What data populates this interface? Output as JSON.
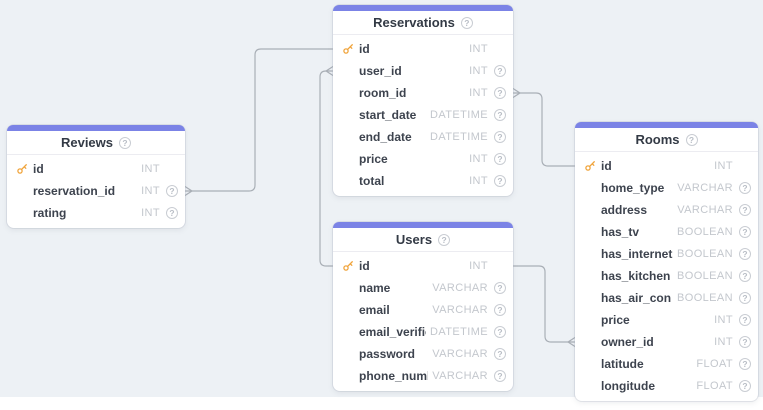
{
  "diagram": {
    "type": "entity-relationship"
  },
  "icons": {
    "primary_key": "key-icon",
    "comment": "question-circle-icon",
    "comment_glyph": "?"
  },
  "colors": {
    "header_accent": "#7b83e6",
    "canvas_background": "#edf1f5",
    "card_background": "#ffffff",
    "key_icon": "#f0a43c",
    "field_type_text": "#c3c7cd",
    "relationship_line": "#a9afb6"
  },
  "tables": [
    {
      "id": "reservations",
      "title": "Reservations",
      "fields": [
        {
          "name": "id",
          "type": "INT",
          "key": true,
          "comment_icon": false
        },
        {
          "name": "user_id",
          "type": "INT",
          "key": false,
          "comment_icon": true
        },
        {
          "name": "room_id",
          "type": "INT",
          "key": false,
          "comment_icon": true
        },
        {
          "name": "start_date",
          "type": "DATETIME",
          "key": false,
          "comment_icon": true
        },
        {
          "name": "end_date",
          "type": "DATETIME",
          "key": false,
          "comment_icon": true
        },
        {
          "name": "price",
          "type": "INT",
          "key": false,
          "comment_icon": true
        },
        {
          "name": "total",
          "type": "INT",
          "key": false,
          "comment_icon": true
        }
      ]
    },
    {
      "id": "reviews",
      "title": "Reviews",
      "fields": [
        {
          "name": "id",
          "type": "INT",
          "key": true,
          "comment_icon": false
        },
        {
          "name": "reservation_id",
          "type": "INT",
          "key": false,
          "comment_icon": true
        },
        {
          "name": "rating",
          "type": "INT",
          "key": false,
          "comment_icon": true
        }
      ]
    },
    {
      "id": "users",
      "title": "Users",
      "fields": [
        {
          "name": "id",
          "type": "INT",
          "key": true,
          "comment_icon": false
        },
        {
          "name": "name",
          "type": "VARCHAR",
          "key": false,
          "comment_icon": true
        },
        {
          "name": "email",
          "type": "VARCHAR",
          "key": false,
          "comment_icon": true
        },
        {
          "name": "email_verified_at",
          "type": "DATETIME",
          "key": false,
          "comment_icon": true
        },
        {
          "name": "password",
          "type": "VARCHAR",
          "key": false,
          "comment_icon": true
        },
        {
          "name": "phone_number",
          "type": "VARCHAR",
          "key": false,
          "comment_icon": true
        }
      ]
    },
    {
      "id": "rooms",
      "title": "Rooms",
      "fields": [
        {
          "name": "id",
          "type": "INT",
          "key": true,
          "comment_icon": false
        },
        {
          "name": "home_type",
          "type": "VARCHAR",
          "key": false,
          "comment_icon": true
        },
        {
          "name": "address",
          "type": "VARCHAR",
          "key": false,
          "comment_icon": true
        },
        {
          "name": "has_tv",
          "type": "BOOLEAN",
          "key": false,
          "comment_icon": true
        },
        {
          "name": "has_internet",
          "type": "BOOLEAN",
          "key": false,
          "comment_icon": true
        },
        {
          "name": "has_kitchen",
          "type": "BOOLEAN",
          "key": false,
          "comment_icon": true
        },
        {
          "name": "has_air_con",
          "type": "BOOLEAN",
          "key": false,
          "comment_icon": true
        },
        {
          "name": "price",
          "type": "INT",
          "key": false,
          "comment_icon": true
        },
        {
          "name": "owner_id",
          "type": "INT",
          "key": false,
          "comment_icon": true
        },
        {
          "name": "latitude",
          "type": "FLOAT",
          "key": false,
          "comment_icon": true
        },
        {
          "name": "longitude",
          "type": "FLOAT",
          "key": false,
          "comment_icon": true
        }
      ]
    }
  ],
  "relationships": [
    {
      "from_table": "Reviews",
      "from_field": "reservation_id",
      "to_table": "Reservations",
      "to_field": "id"
    },
    {
      "from_table": "Reservations",
      "from_field": "user_id",
      "to_table": "Users",
      "to_field": "id"
    },
    {
      "from_table": "Reservations",
      "from_field": "room_id",
      "to_table": "Rooms",
      "to_field": "id"
    },
    {
      "from_table": "Rooms",
      "from_field": "owner_id",
      "to_table": "Users",
      "to_field": "id"
    }
  ]
}
